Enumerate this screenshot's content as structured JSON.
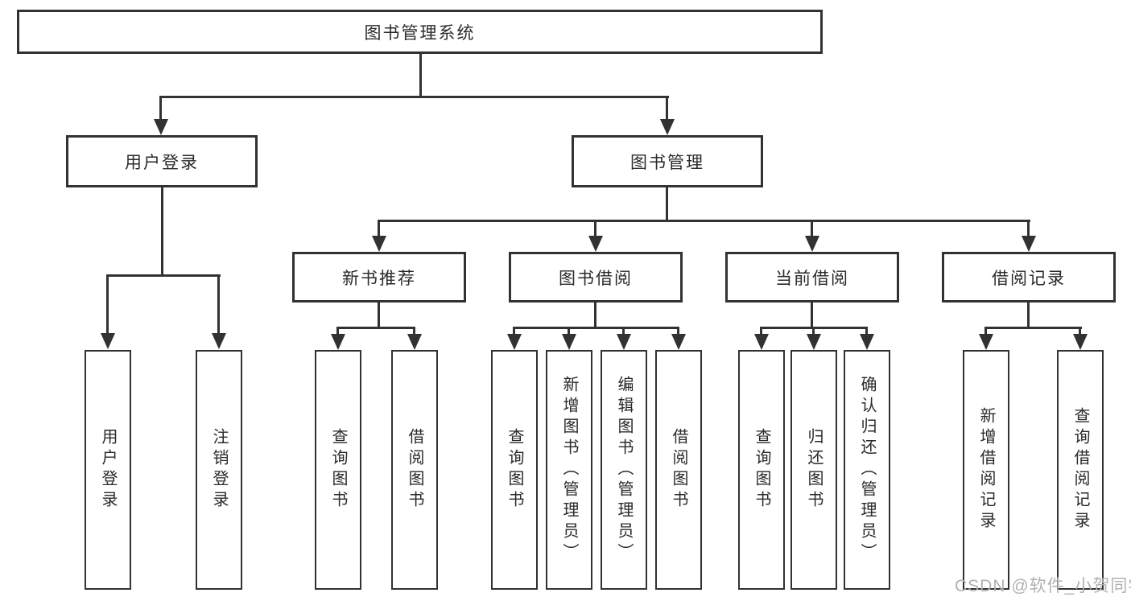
{
  "diagram": {
    "root": {
      "label": "图书管理系统"
    },
    "level2": [
      {
        "id": "user-login",
        "label": "用户登录"
      },
      {
        "id": "book-management",
        "label": "图书管理"
      }
    ],
    "level3": [
      {
        "id": "new-book-recommend",
        "label": "新书推荐",
        "parent": "图书管理"
      },
      {
        "id": "book-borrow",
        "label": "图书借阅",
        "parent": "图书管理"
      },
      {
        "id": "current-borrow",
        "label": "当前借阅",
        "parent": "图书管理"
      },
      {
        "id": "borrow-records",
        "label": "借阅记录",
        "parent": "图书管理"
      }
    ],
    "leaves": [
      {
        "id": "user-login-leaf",
        "label": "用户登录",
        "parent": "用户登录"
      },
      {
        "id": "logout",
        "label": "注销登录",
        "parent": "用户登录"
      },
      {
        "id": "query-books-recommend",
        "label": "查询图书",
        "parent": "新书推荐"
      },
      {
        "id": "borrow-books-recommend",
        "label": "借阅图书",
        "parent": "新书推荐"
      },
      {
        "id": "query-books-borrow",
        "label": "查询图书",
        "parent": "图书借阅"
      },
      {
        "id": "add-books-admin",
        "label": "新增图书（管理员）",
        "parent": "图书借阅"
      },
      {
        "id": "edit-books-admin",
        "label": "编辑图书（管理员）",
        "parent": "图书借阅"
      },
      {
        "id": "borrow-books-borrow",
        "label": "借阅图书",
        "parent": "图书借阅"
      },
      {
        "id": "query-books-current",
        "label": "查询图书",
        "parent": "当前借阅"
      },
      {
        "id": "return-books",
        "label": "归还图书",
        "parent": "当前借阅"
      },
      {
        "id": "confirm-return-admin",
        "label": "确认归还（管理员）",
        "parent": "当前借阅"
      },
      {
        "id": "add-borrow-record",
        "label": "新增借阅记录",
        "parent": "借阅记录"
      },
      {
        "id": "query-borrow-record",
        "label": "查询借阅记录",
        "parent": "借阅记录"
      }
    ],
    "watermark": "CSDN @软件_小贺同学",
    "colors": {
      "line": "#323232",
      "text": "#2a2a2a",
      "watermark": "#b3b0b0",
      "background": "#ffffff"
    }
  }
}
